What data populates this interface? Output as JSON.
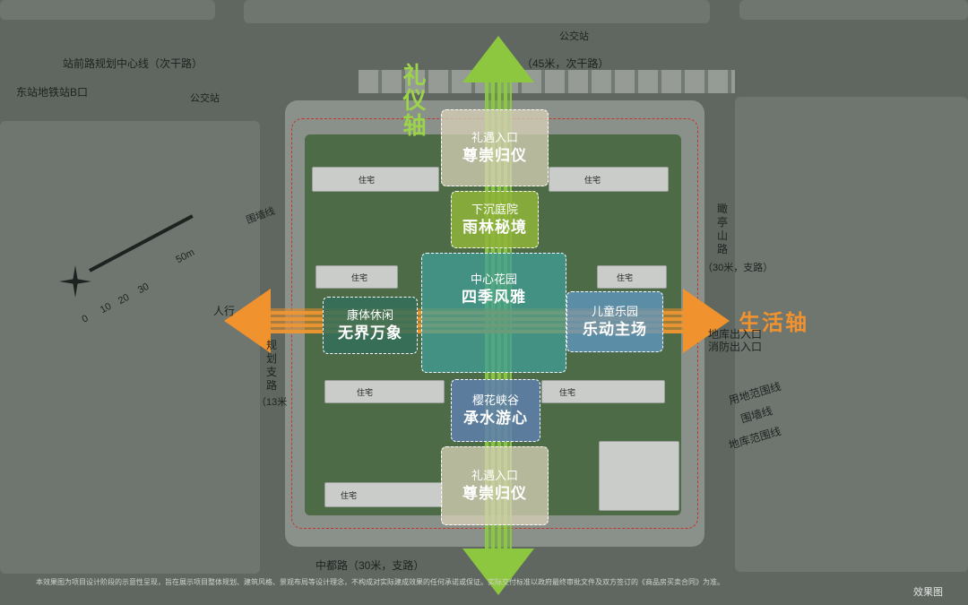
{
  "roads": {
    "north_line": "站前路规划中心线（次干路）",
    "north_road": "（45米，次干路）",
    "metro": "东站地铁站B口",
    "bus_west": "公交站",
    "bus_east": "公交站",
    "east_road_a": "瞰",
    "east_road_b": "亭",
    "east_road_c": "山",
    "east_road_d": "路",
    "east_road_width": "（30米，支路）",
    "east_gate_1": "地库出入口",
    "east_gate_2": "消防出入口",
    "east_fence_1": "用地范围线",
    "east_fence_2": "围墙线",
    "east_fence_3": "地库范围线",
    "west_fence": "围墙线",
    "west_entry": "人行",
    "west_road_1": "规",
    "west_road_2": "划",
    "west_road_3": "支",
    "west_road_4": "路",
    "west_road_width": "（13米",
    "south_road": "中都路（30米，支路）"
  },
  "buildings": {
    "b1": "住宅",
    "b2": "住宅",
    "b3": "住宅",
    "b4": "住宅",
    "b5": "住宅",
    "b6": "住宅",
    "b7": "住宅"
  },
  "axes": {
    "ceremony": "礼仪轴",
    "life": "生活轴"
  },
  "zones": {
    "north_entry": {
      "sub": "礼遇入口",
      "main": "尊崇归仪"
    },
    "sunken": {
      "sub": "下沉庭院",
      "main": "雨林秘境"
    },
    "central": {
      "sub": "中心花园",
      "main": "四季风雅"
    },
    "leisure": {
      "sub": "康体休闲",
      "main": "无界万象"
    },
    "kids": {
      "sub": "儿童乐园",
      "main": "乐动主场"
    },
    "canyon": {
      "sub": "樱花峡谷",
      "main": "承水游心"
    },
    "south_entry": {
      "sub": "礼遇入口",
      "main": "尊崇归仪"
    }
  },
  "scale": {
    "s0": "0",
    "s10": "10",
    "s20": "20",
    "s30": "30",
    "s50": "50m"
  },
  "disclaimer": "本效果图为项目设计阶段的示意性呈现，旨在展示项目整体规划、建筑风格、景观布局等设计理念，不构成对实际建成效果的任何承诺或保证。实际交付标准以政府最终审批文件及双方签订的《商品房买卖合同》为准。",
  "image_tag": "效果图",
  "colors": {
    "ceremony_axis": "#8dc63f",
    "life_axis": "#f0922e",
    "zone_beige": "#d9d2b8",
    "zone_green": "#8fb43a",
    "zone_teal": "#3f9e95",
    "zone_blue": "#5f7fae",
    "red_line": "#c8342c"
  }
}
